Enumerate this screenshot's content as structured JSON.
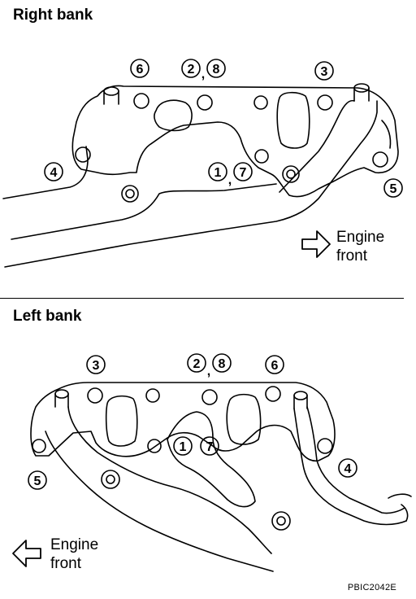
{
  "right_bank": {
    "title": "Right bank",
    "engine_front_line1": "Engine",
    "engine_front_line2": "front",
    "bolt_labels": {
      "b6": "6",
      "b2": "2",
      "b8": "8",
      "b3": "3",
      "b4": "4",
      "b1": "1",
      "b7": "7",
      "b5": "5"
    }
  },
  "left_bank": {
    "title": "Left bank",
    "engine_front_line1": "Engine",
    "engine_front_line2": "front",
    "bolt_labels": {
      "b3": "3",
      "b2": "2",
      "b8": "8",
      "b6": "6",
      "b1": "1",
      "b7": "7",
      "b5": "5",
      "b4": "4"
    }
  },
  "figure_code": "PBIC2042E"
}
